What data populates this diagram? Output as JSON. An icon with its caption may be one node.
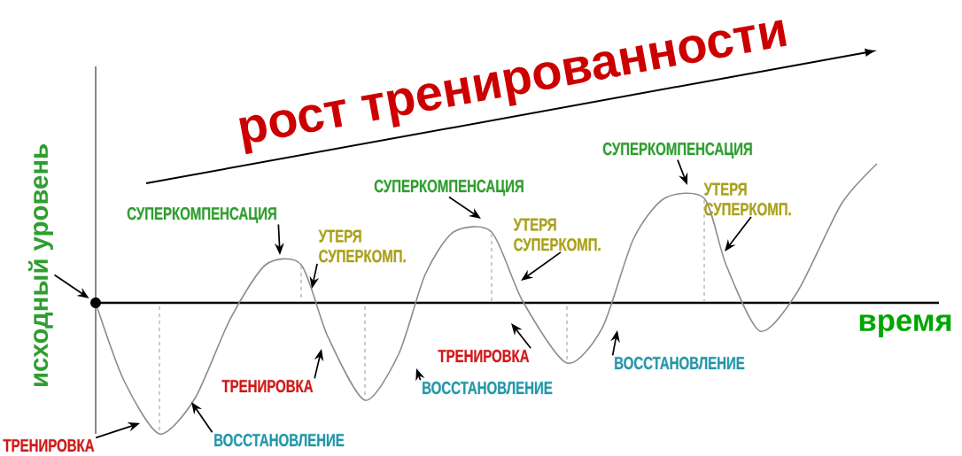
{
  "diagram": {
    "nodes": [
      {
        "text": [
          "СУПЕРКОМПЕНСАЦИЯ"
        ]
      },
      {
        "text": [
          "СУПЕРКОМПЕНСАЦИЯ"
        ]
      },
      {
        "text": [
          "УТЕРЯ СУПЕРКОМП."
        ]
      },
      {
        "text": [
          "СУПЕРКОМПЕНСАЦИЯ"
        ]
      },
      {
        "text": [
          "УТЕРЯ СУПЕРКОМП."
        ]
      },
      {
        "text": [
          "УТЕРЯ СУПЕРКОМП."
        ]
      },
      {
        "text": [
          "исходный уровень"
        ]
      },
      {
        "text": [],
        "shape": "circle"
      },
      {
        "text": [
          "ТРЕНИРОВКА"
        ]
      },
      {
        "text": [
          "ВОССТАНОВЛЕНИЕ"
        ]
      },
      {
        "text": [
          "ТРЕНИРОВКА"
        ]
      },
      {
        "text": [
          "ВОССТАНОВЛЕНИЕ"
        ]
      },
      {
        "text": [
          "ТРЕНИРОВКА"
        ]
      },
      {
        "text": [
          "ВОССТАНОВЛЕНИЕ"
        ]
      }
    ],
    "edges": [
      {
        "from": 0,
        "to": null,
        "arrow": "to"
      },
      {
        "from": 1,
        "to": null,
        "arrow": "to"
      },
      {
        "from": 2,
        "to": null,
        "arrow": "to"
      },
      {
        "from": 3,
        "to": null,
        "arrow": "to"
      },
      {
        "from": 4,
        "to": null,
        "arrow": "to"
      },
      {
        "from": 5,
        "to": null,
        "arrow": "to"
      },
      {
        "from": 6,
        "to": 7,
        "arrow": "to"
      },
      {
        "from": 8,
        "to": null,
        "arrow": "to"
      },
      {
        "from": 9,
        "to": null,
        "arrow": "to"
      },
      {
        "from": 10,
        "to": null,
        "arrow": "to"
      },
      {
        "from": 11,
        "to": null,
        "arrow": "to"
      },
      {
        "from": 12,
        "to": null,
        "arrow": "to"
      },
      {
        "from": 13,
        "to": null,
        "arrow": "to"
      }
    ],
    "labels": [
      "рост тренированности",
      "время"
    ]
  }
}
